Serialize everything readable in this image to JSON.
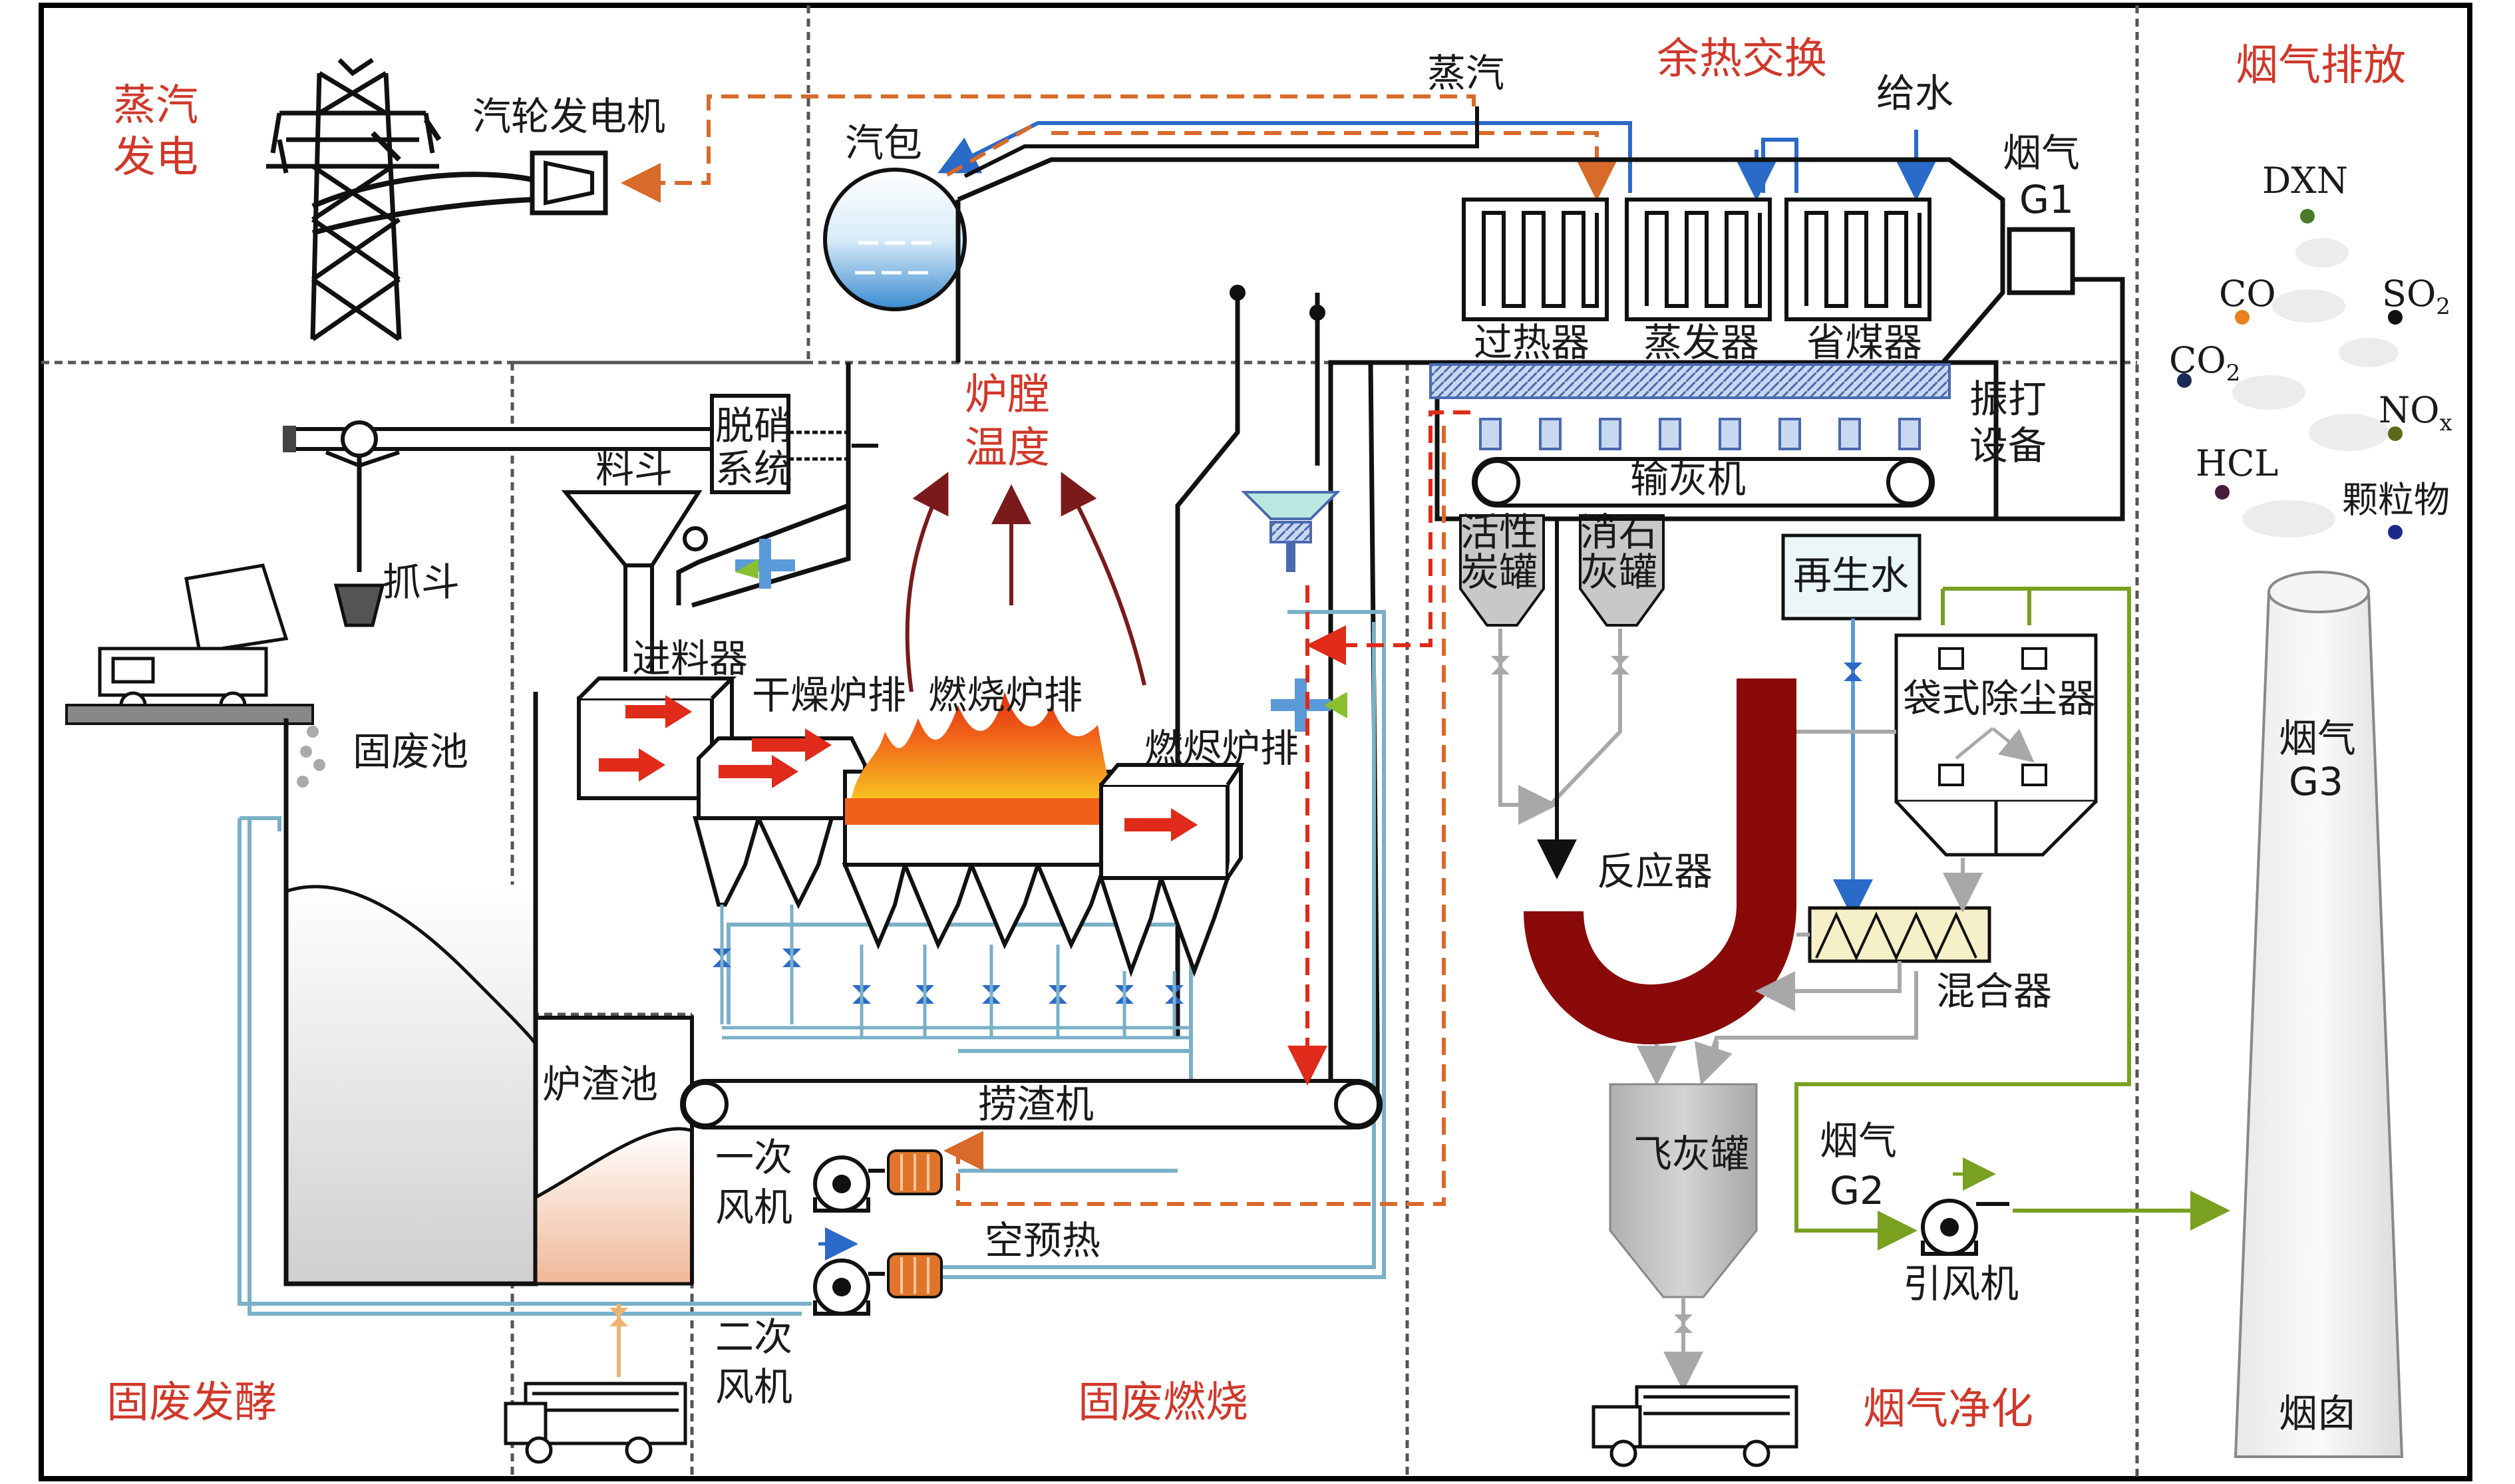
{
  "sections": {
    "steam_power": "蒸汽发电",
    "waste_heat": "余热交换",
    "flue_emission": "烟气排放",
    "waste_ferment": "固废发酵",
    "waste_burn": "固废燃烧",
    "flue_clean": "烟气净化"
  },
  "labels": {
    "turbine": "汽轮发电机",
    "drum": "汽包",
    "steam": "蒸汽",
    "feedwater": "给水",
    "flue_g1": "烟气",
    "g1": "G1",
    "superheater": "过热器",
    "evaporator": "蒸发器",
    "economizer": "省煤器",
    "rapping": "振打",
    "rapping2": "设备",
    "ash_conveyor": "输灰机",
    "denox": "脱硝",
    "denox2": "系统",
    "hopper": "料斗",
    "grab": "抓斗",
    "furnace_temp": "炉膛",
    "furnace_temp2": "温度",
    "feeder": "进料器",
    "dry_grate": "干燥炉排",
    "burn_grate": "燃烧炉排",
    "burnout_grate": "燃烬炉排",
    "waste_pit": "固废池",
    "slag_pit": "炉渣池",
    "slag_machine": "捞渣机",
    "primary_fan": "一次",
    "primary_fan2": "风机",
    "secondary_fan": "二次",
    "secondary_fan2": "风机",
    "air_preheat": "空预热",
    "carbon_tank": "活性",
    "carbon_tank2": "炭罐",
    "lime_tank": "消石",
    "lime_tank2": "灰罐",
    "reclaimed_water": "再生水",
    "bag_filter": "袋式除尘器",
    "reactor": "反应器",
    "mixer": "混合器",
    "fly_ash_tank": "飞灰罐",
    "flue_g2": "烟气",
    "g2": "G2",
    "id_fan": "引风机",
    "flue_g3": "烟气",
    "g3": "G3",
    "chimney": "烟囱",
    "particulate": "颗粒物"
  },
  "pollutants": [
    {
      "base": "DXN",
      "sub": "",
      "color": "#4a7a2a"
    },
    {
      "base": "CO",
      "sub": "",
      "color": "#e8801f"
    },
    {
      "base": "SO",
      "sub": "2",
      "color": "#111111"
    },
    {
      "base": "CO",
      "sub": "2",
      "color": "#1c2a5a"
    },
    {
      "base": "NO",
      "sub": "x",
      "color": "#5a6a1a"
    },
    {
      "base": "HCL",
      "sub": "",
      "color": "#4a1a3a"
    },
    {
      "base": "颗粒物",
      "sub": "",
      "color": "#1a2a8a"
    }
  ],
  "colors": {
    "section_title": "#d0382a",
    "steam_line": "#d86a2a",
    "water_line": "#2a6ac8",
    "air_line": "#7ab0c8",
    "gas_line": "#7aa020",
    "ash_line": "#a8a8a8",
    "temp_arrow": "#7a1a1a",
    "reactor": "#8a0a0a"
  }
}
